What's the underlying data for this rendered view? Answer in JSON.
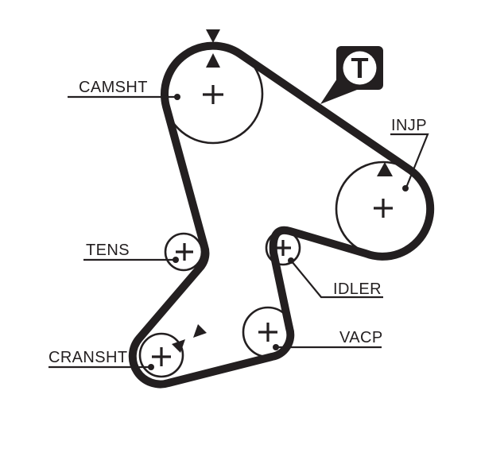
{
  "diagram": {
    "colors": {
      "ink": "#231f20",
      "background": "#ffffff"
    },
    "logo": {
      "letter": "T"
    },
    "labels": {
      "camshaft": "CAMSHT",
      "injection_pump": "INJP",
      "tensioner": "TENS",
      "idler": "IDLER",
      "vacuum_pump": "VACP",
      "crankshaft": "CRANSHT"
    }
  }
}
